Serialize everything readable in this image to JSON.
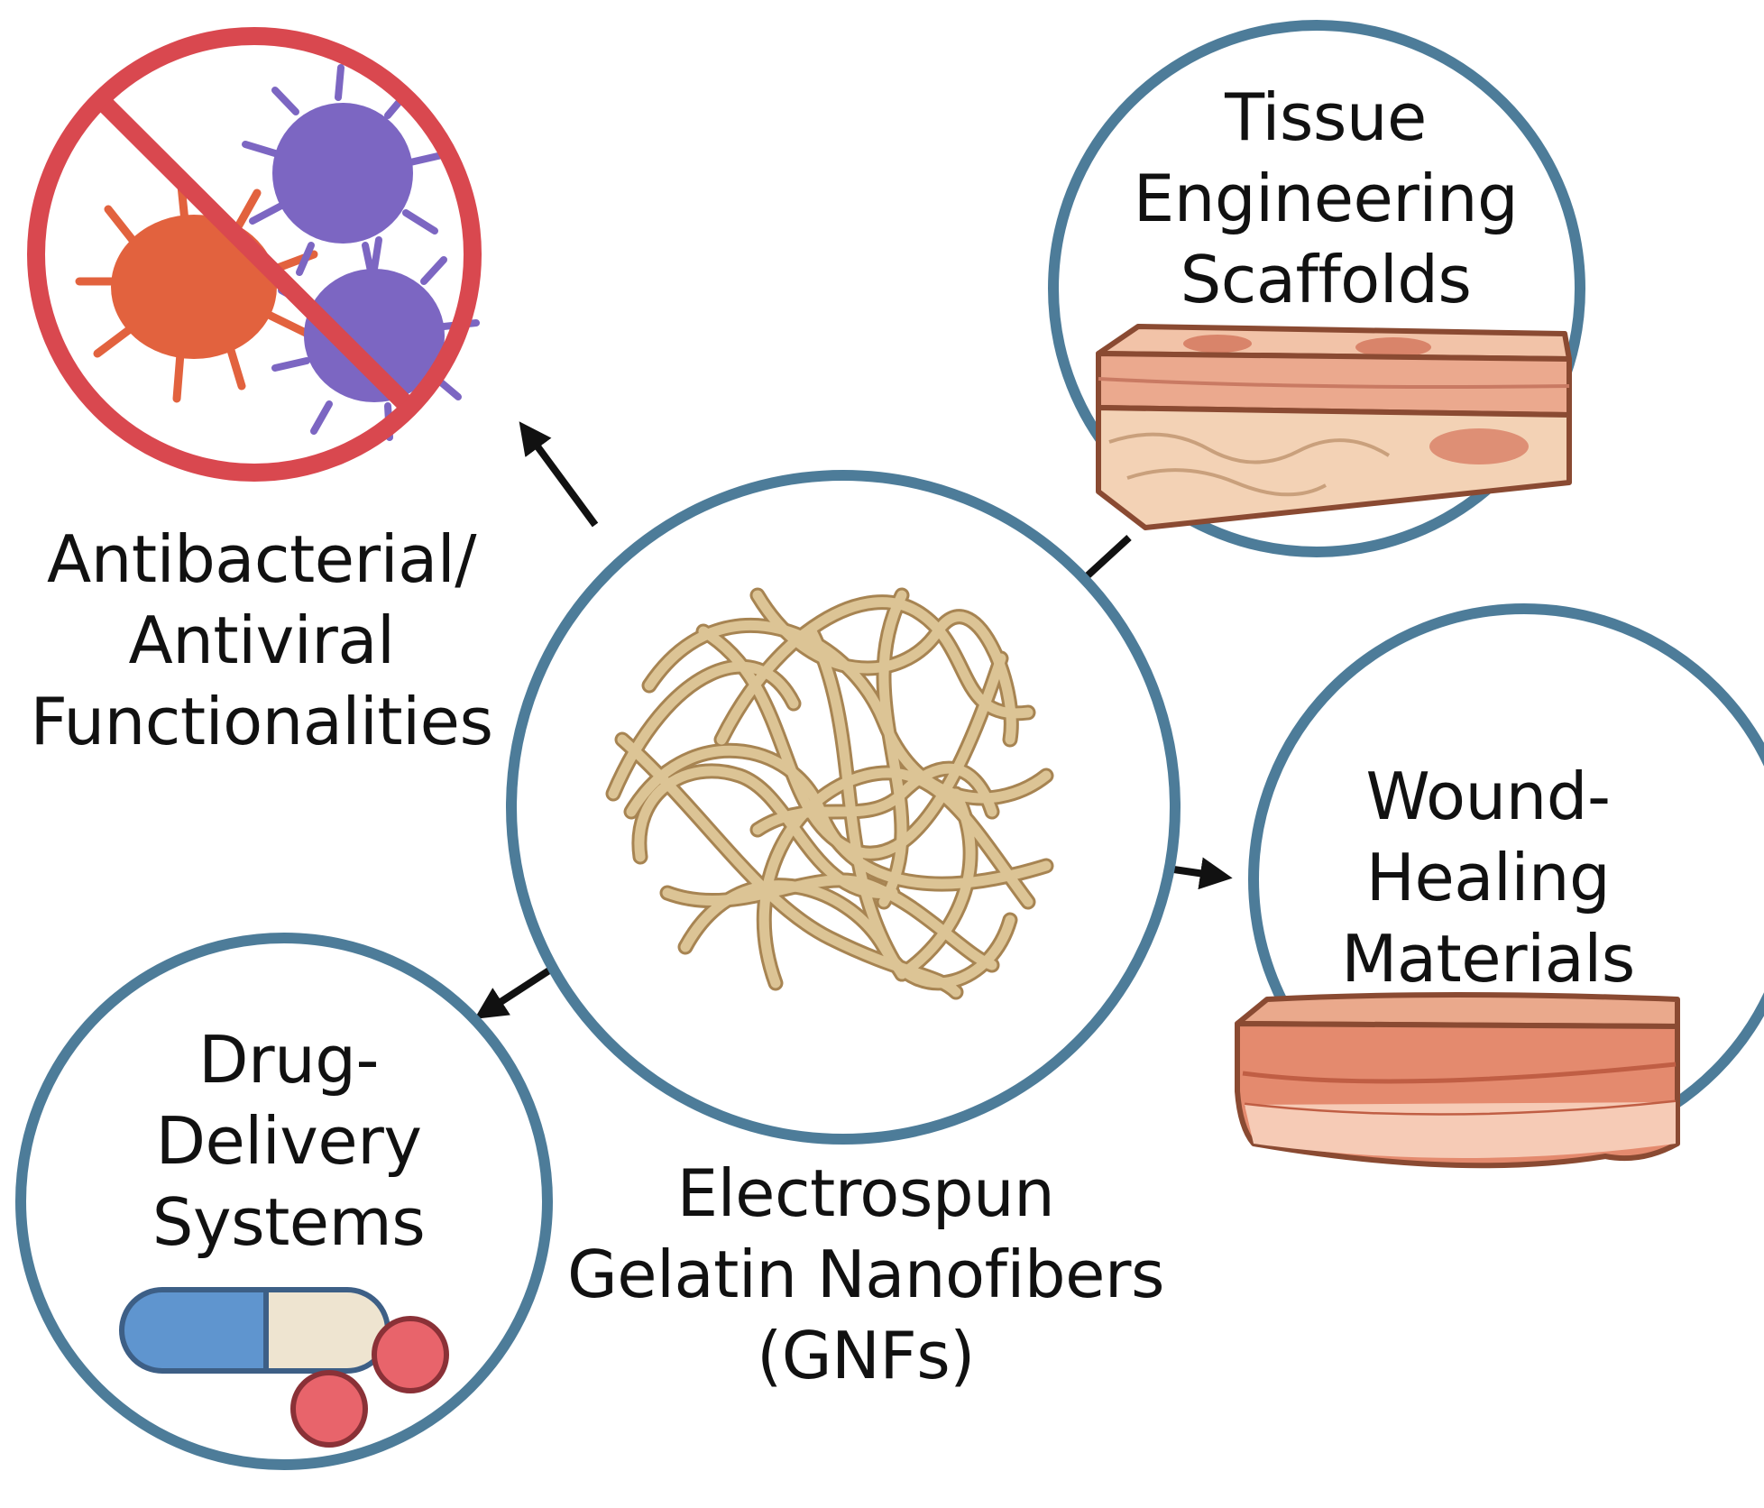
{
  "center": {
    "lines": [
      "Electrospun",
      "Gelatin Nanofibers",
      "(GNFs)"
    ]
  },
  "nodes": {
    "antibacterial": {
      "lines": [
        "Antibacterial/",
        "Antiviral",
        "Functionalities"
      ],
      "icon": "no-bacteria-virus-icon"
    },
    "tissue": {
      "lines": [
        "Tissue",
        "Engineering",
        "Scaffolds"
      ],
      "icon": "scaffold-block-icon"
    },
    "wound": {
      "lines": [
        "Wound-",
        "Healing",
        "Materials"
      ],
      "icon": "tissue-slab-icon"
    },
    "drug": {
      "lines": [
        "Drug-",
        "Delivery",
        "Systems"
      ],
      "icon": "capsule-pill-icon"
    }
  },
  "colors": {
    "circle_stroke": "#4d7c99",
    "prohibition_red": "#d9484f",
    "bacteria_orange": "#e2623e",
    "virus_purple": "#7c66c2",
    "fiber_tan": "#d9bf8e",
    "tissue_pink": "#eba98e",
    "capsule_blue": "#5f95cf",
    "pill_red": "#e8646b"
  }
}
